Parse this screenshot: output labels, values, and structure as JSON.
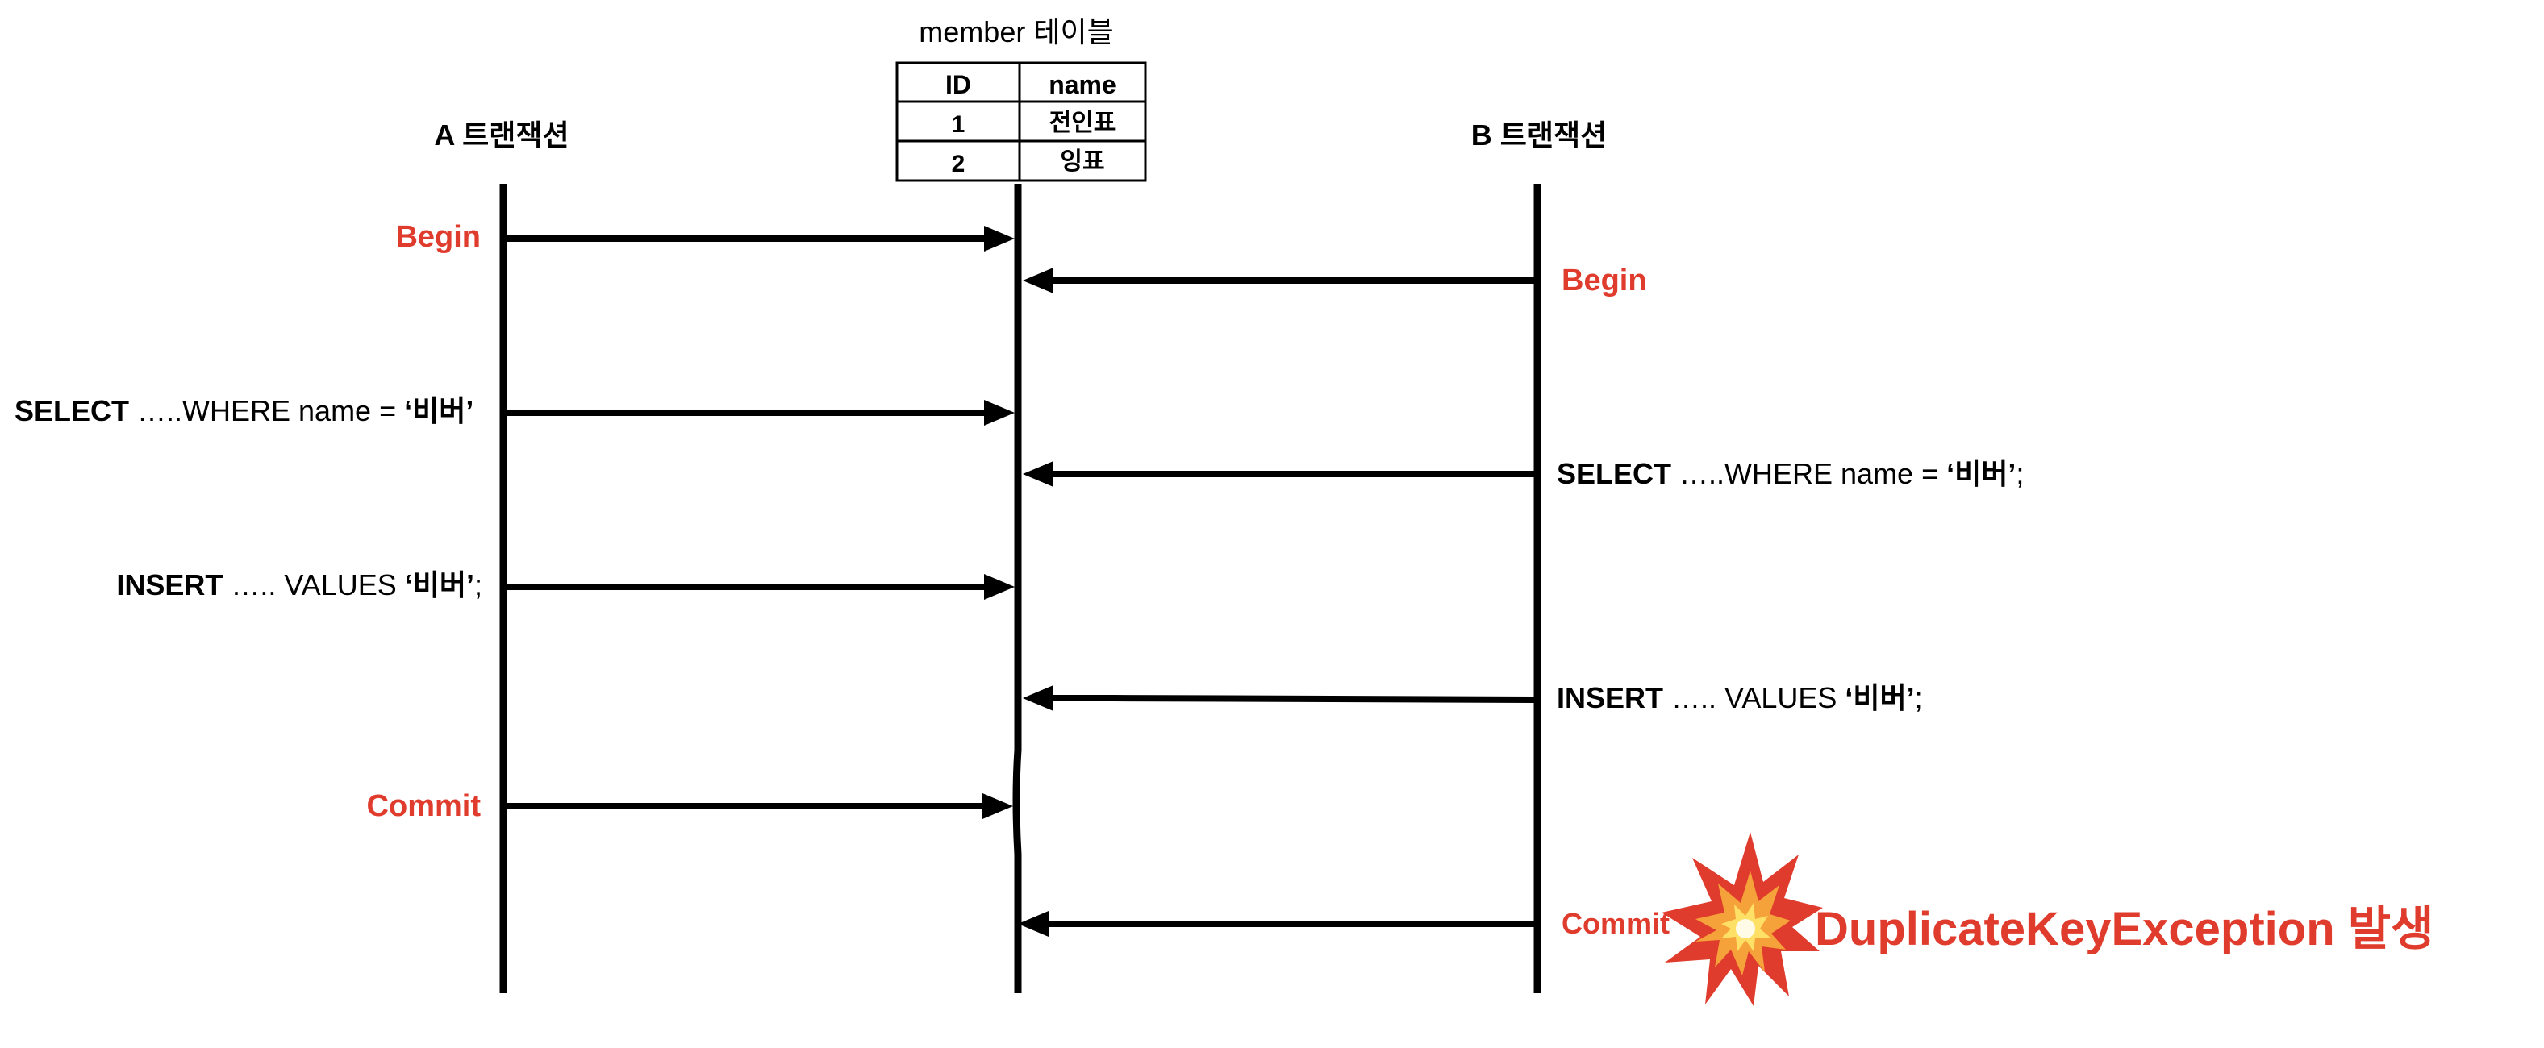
{
  "colors": {
    "accent_red": "#e03c2d",
    "line": "#000000"
  },
  "table": {
    "title": "member 테이블",
    "headers": [
      "ID",
      "name"
    ],
    "rows": [
      [
        "1",
        "전인표"
      ],
      [
        "2",
        "잉표"
      ]
    ]
  },
  "lanes": {
    "a": {
      "label": "A 트랜잭션"
    },
    "b": {
      "label": "B 트랜잭션"
    }
  },
  "steps": {
    "a_begin": "Begin",
    "b_begin": "Begin",
    "a_select": {
      "keyword": "SELECT",
      "rest": " …..WHERE name = ",
      "value": "‘비버’"
    },
    "b_select": {
      "keyword": "SELECT",
      "rest": " …..WHERE name = ",
      "value": "‘비버’",
      "end": ";"
    },
    "a_insert": {
      "keyword": "INSERT",
      "rest": " ….. VALUES ",
      "value": "‘비버’",
      "end": ";"
    },
    "b_insert": {
      "keyword": "INSERT",
      "rest": " ….. VALUES ",
      "value": "‘비버’",
      "end": ";"
    },
    "a_commit": "Commit",
    "b_commit": "Commit"
  },
  "exception": {
    "icon": "collision-icon",
    "text": "DuplicateKeyException 발생"
  }
}
